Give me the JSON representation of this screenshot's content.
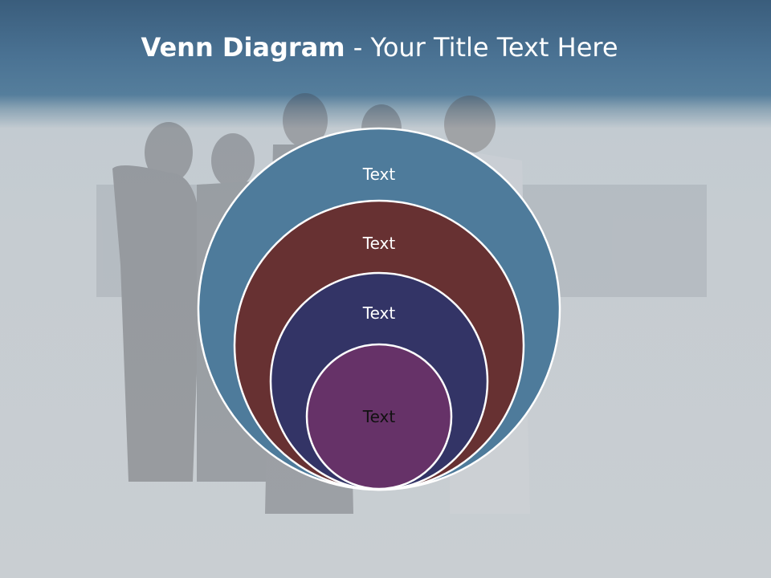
{
  "slide": {
    "title_bold": "Venn Diagram",
    "title_rest": " - Your Title Text Here"
  },
  "diagram": {
    "circles": [
      {
        "label": "Text",
        "fill": "#4e7b9b",
        "text_color": "#ffffff"
      },
      {
        "label": "Text",
        "fill": "#673132",
        "text_color": "#ffffff"
      },
      {
        "label": "Text",
        "fill": "#333466",
        "text_color": "#ffffff"
      },
      {
        "label": "Text",
        "fill": "#663268",
        "text_color": "#111111"
      }
    ],
    "outline_color": "#ffffff"
  },
  "colors": {
    "header_band": "#4a7293",
    "background": "#c9ced2"
  }
}
